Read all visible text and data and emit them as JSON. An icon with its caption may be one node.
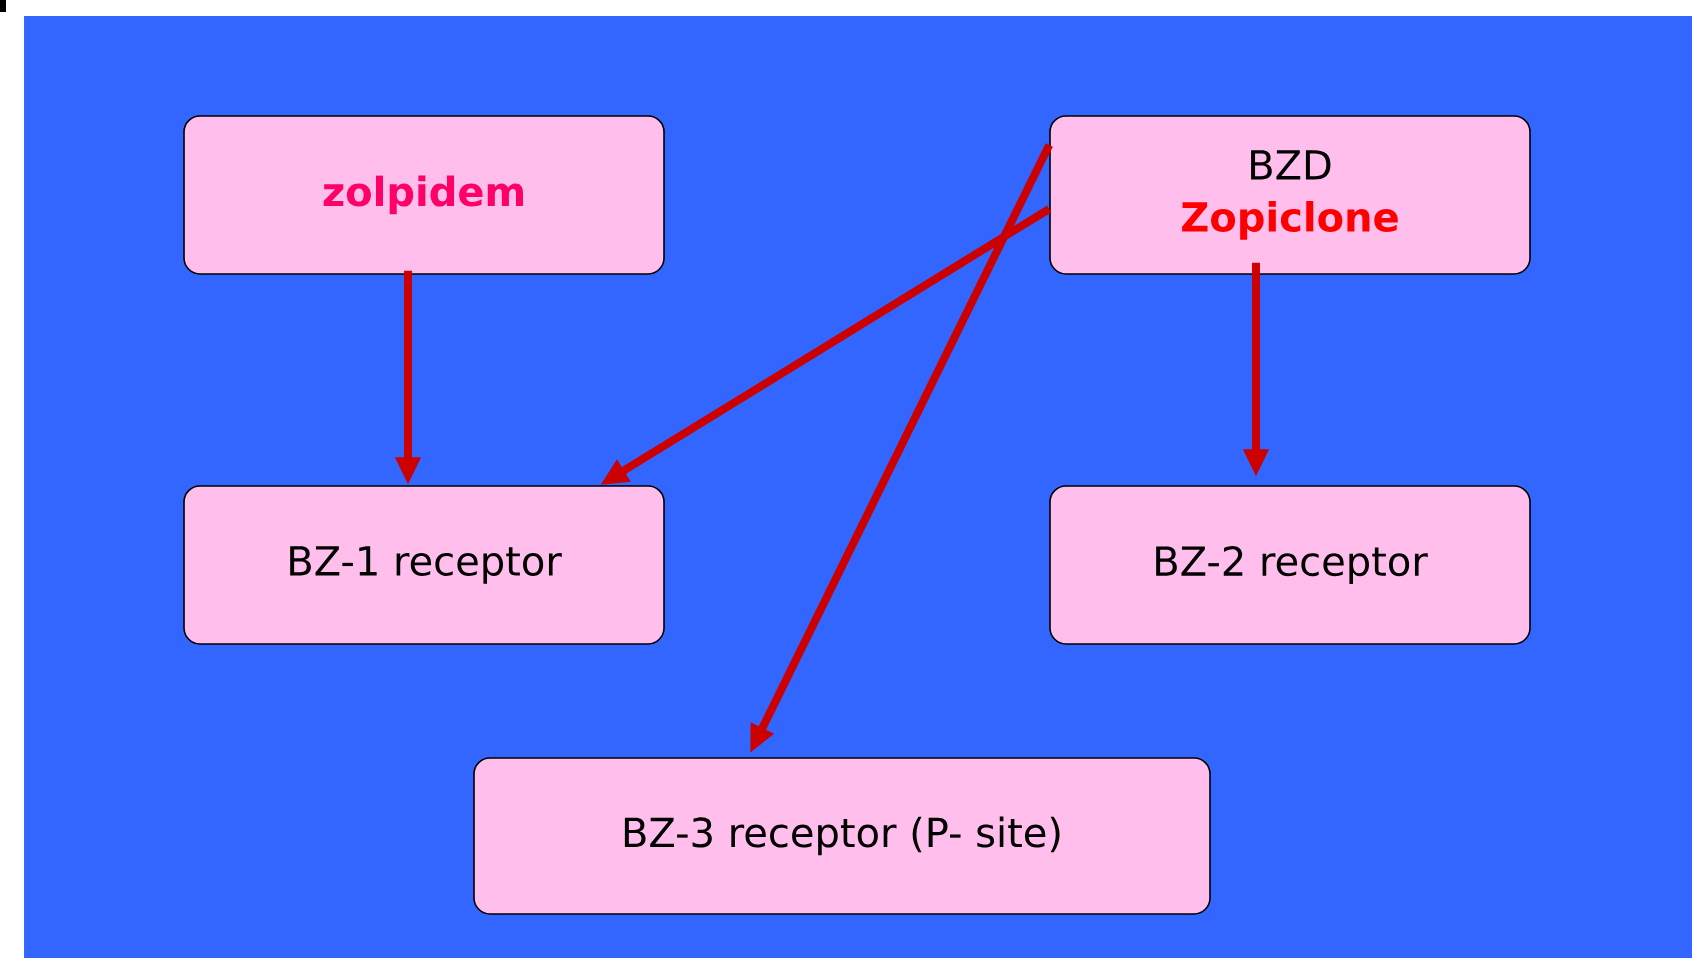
{
  "diagram": {
    "nodes": [
      {
        "text": [
          "zolpidem"
        ]
      },
      {
        "text": [
          "BZD",
          "Zopiclone"
        ]
      },
      {
        "text": [
          "BZ-1 receptor"
        ]
      },
      {
        "text": [
          "BZ-2 receptor"
        ]
      },
      {
        "text": [
          "BZ-3 receptor (P- site)"
        ]
      }
    ],
    "edges": [
      {
        "from": 0,
        "to": 2,
        "arrow": "to"
      },
      {
        "from": 1,
        "to": 2,
        "arrow": "to"
      },
      {
        "from": 1,
        "to": 4,
        "arrow": "to"
      },
      {
        "from": 1,
        "to": 3,
        "arrow": "to"
      }
    ]
  }
}
